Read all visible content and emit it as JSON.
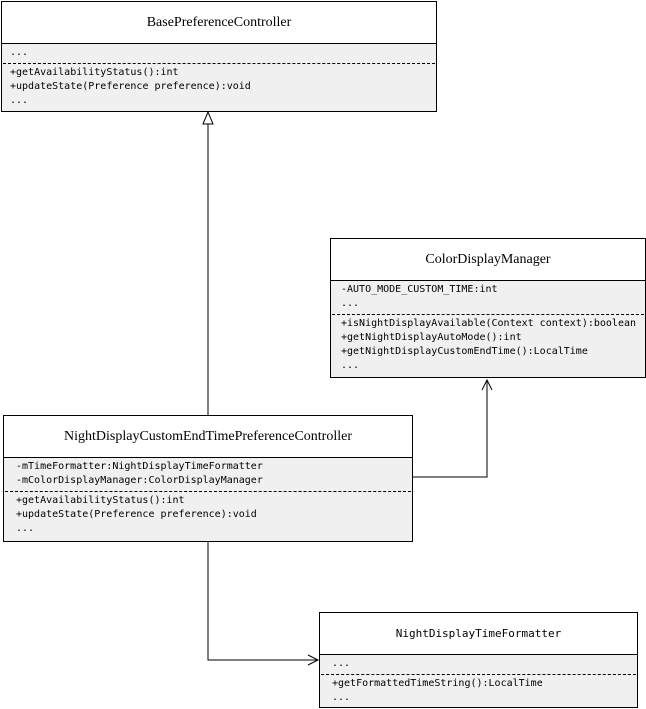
{
  "classes": {
    "base": {
      "name": "BasePreferenceController",
      "attributes": [
        "..."
      ],
      "operations": [
        "+getAvailabilityStatus():int",
        "+updateState(Preference preference):void",
        "..."
      ]
    },
    "color": {
      "name": "ColorDisplayManager",
      "attributes": [
        "-AUTO_MODE_CUSTOM_TIME:int",
        "..."
      ],
      "operations": [
        "+isNightDisplayAvailable(Context context):boolean",
        "+getNightDisplayAutoMode():int",
        "+getNightDisplayCustomEndTime():LocalTime",
        "..."
      ]
    },
    "night": {
      "name": "NightDisplayCustomEndTimePreferenceController",
      "attributes": [
        "-mTimeFormatter:NightDisplayTimeFormatter",
        "-mColorDisplayManager:ColorDisplayManager"
      ],
      "operations": [
        "+getAvailabilityStatus():int",
        "+updateState(Preference preference):void",
        "..."
      ]
    },
    "formatter": {
      "name": "NightDisplayTimeFormatter",
      "attributes": [
        "..."
      ],
      "operations": [
        "+getFormattedTimeString():LocalTime",
        "..."
      ]
    }
  }
}
